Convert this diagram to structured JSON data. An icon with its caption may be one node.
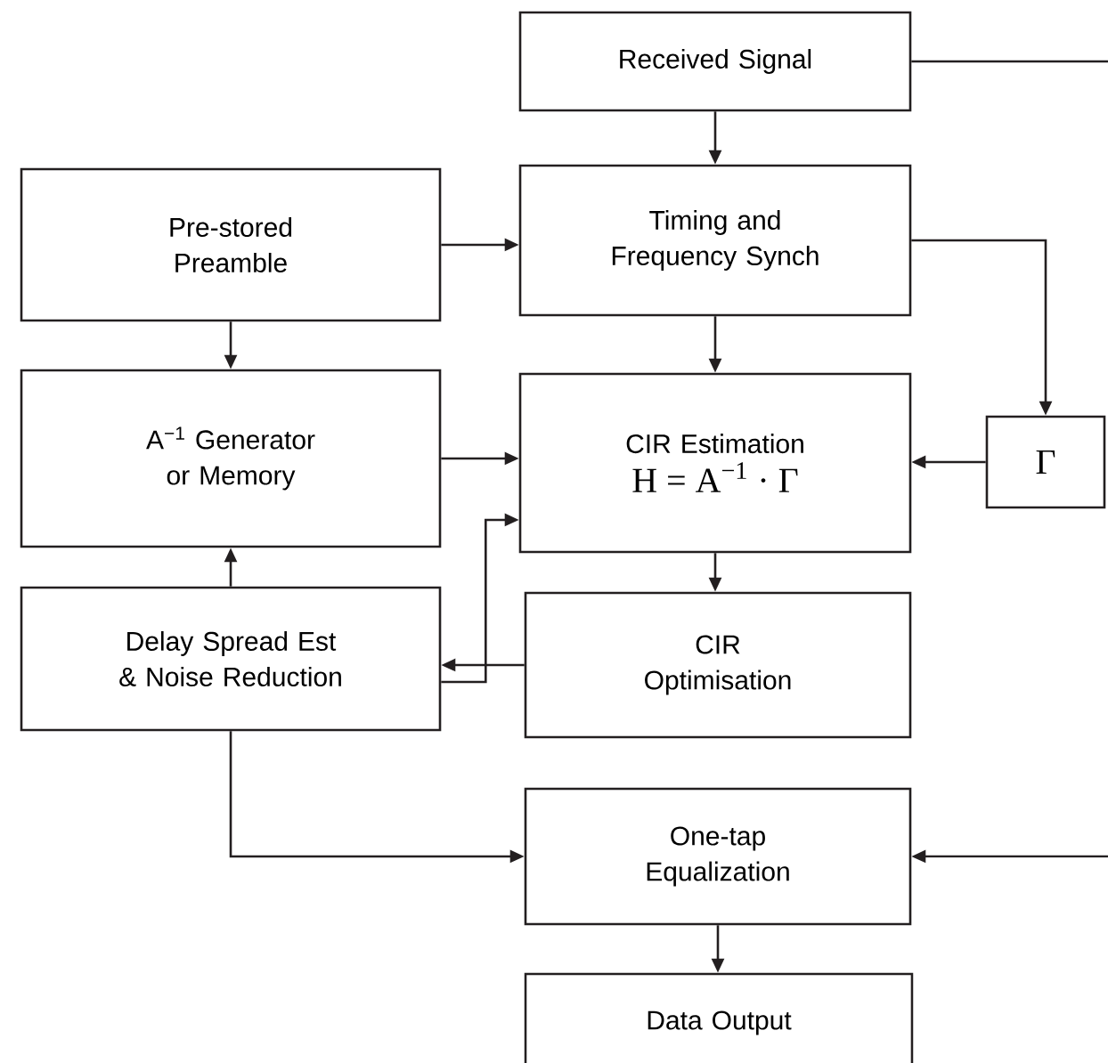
{
  "diagram": {
    "nodes": [
      {
        "text": [
          "Received Signal"
        ]
      },
      {
        "text": [
          "Pre-stored Preamble"
        ]
      },
      {
        "text": [
          "Timing and Frequency Synch"
        ]
      },
      {
        "text": [
          "A$^{−1}$ Generator or Memory"
        ]
      },
      {
        "text": [
          "CIR Estimation",
          "H = A$^{−1}$ · Γ"
        ]
      },
      {
        "text": [
          "Γ"
        ]
      },
      {
        "text": [
          "Delay Spread Est & Noise Reduction"
        ]
      },
      {
        "text": [
          "CIR Optimisation"
        ]
      },
      {
        "text": [
          "One-tap Equalization"
        ]
      },
      {
        "text": [
          "Data Output"
        ]
      }
    ],
    "edges": [
      {
        "from": 0,
        "to": 2,
        "arrow": "to"
      },
      {
        "from": 0,
        "to": null,
        "arrow": "none"
      },
      {
        "from": 1,
        "to": 2,
        "arrow": "to"
      },
      {
        "from": 1,
        "to": 3,
        "arrow": "to"
      },
      {
        "from": 2,
        "to": 4,
        "arrow": "to"
      },
      {
        "from": 2,
        "to": 5,
        "arrow": "to"
      },
      {
        "from": 3,
        "to": 4,
        "arrow": "to"
      },
      {
        "from": 5,
        "to": 4,
        "arrow": "to"
      },
      {
        "from": 4,
        "to": 7,
        "arrow": "to"
      },
      {
        "from": 7,
        "to": 6,
        "arrow": "to"
      },
      {
        "from": 6,
        "to": 3,
        "arrow": "to"
      },
      {
        "from": 6,
        "to": 4,
        "arrow": "to"
      },
      {
        "from": 6,
        "to": 8,
        "arrow": "to"
      },
      {
        "from": null,
        "to": 8,
        "arrow": "to"
      },
      {
        "from": 8,
        "to": 9,
        "arrow": "to"
      }
    ]
  }
}
